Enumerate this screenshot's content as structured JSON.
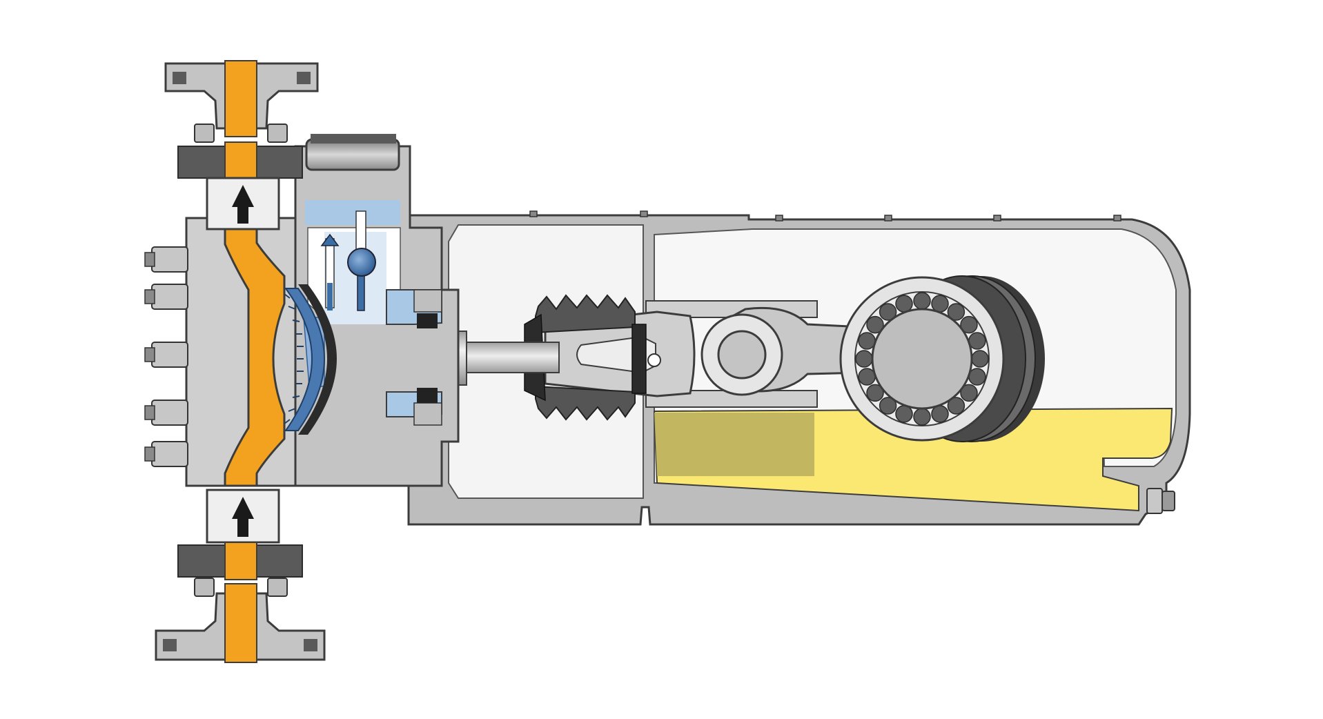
{
  "diagram": {
    "kind": "cross-section",
    "subject": "diaphragm-metering-pump",
    "components": [
      {
        "id": "discharge-flange-top",
        "icon": "pipe-flange-icon"
      },
      {
        "id": "discharge-check-valve",
        "icon": "check-valve-icon",
        "flow": "up"
      },
      {
        "id": "suction-check-valve",
        "icon": "check-valve-icon",
        "flow": "up"
      },
      {
        "id": "suction-flange-bottom",
        "icon": "pipe-flange-icon"
      },
      {
        "id": "pump-head",
        "icon": "pump-head-icon"
      },
      {
        "id": "diaphragm",
        "icon": "diaphragm-icon"
      },
      {
        "id": "hydraulic-reservoir",
        "icon": "reservoir-icon"
      },
      {
        "id": "relief-valve",
        "icon": "relief-valve-icon"
      },
      {
        "id": "plunger",
        "icon": "plunger-icon"
      },
      {
        "id": "bellows-seal",
        "icon": "bellows-icon"
      },
      {
        "id": "crosshead",
        "icon": "crosshead-icon"
      },
      {
        "id": "connecting-rod",
        "icon": "connecting-rod-icon"
      },
      {
        "id": "roller-bearing",
        "icon": "bearing-icon"
      },
      {
        "id": "drive-housing",
        "icon": "housing-icon"
      },
      {
        "id": "lube-oil-sump",
        "icon": "oil-sump-icon"
      }
    ],
    "colors": {
      "process_fluid": "#f2a21f",
      "hydraulic_oil": "#a9c8e6",
      "diaphragm": "#4a78b0",
      "lube_oil": "#fbe872",
      "lube_oil_shadow": "#bfb35f",
      "metal_light": "#dadada",
      "metal_mid": "#c4c4c4",
      "metal_dark": "#5a5a5a",
      "outline": "#3c3c3c",
      "housing_white": "#f7f7f7",
      "background": "#ffffff"
    }
  }
}
